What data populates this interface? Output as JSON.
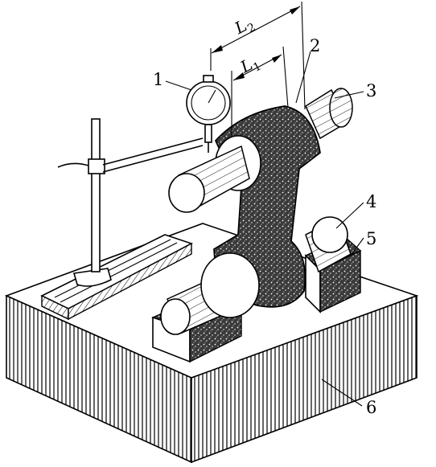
{
  "labels": {
    "dial_indicator": "1",
    "bracket_part": "2",
    "upper_mandrel": "3",
    "lower_mandrel": "4",
    "v_block": "5",
    "surface_plate": "6"
  },
  "dimensions": {
    "l2": {
      "main": "L",
      "sub": "2"
    },
    "l1": {
      "main": "L",
      "sub": "1"
    }
  }
}
